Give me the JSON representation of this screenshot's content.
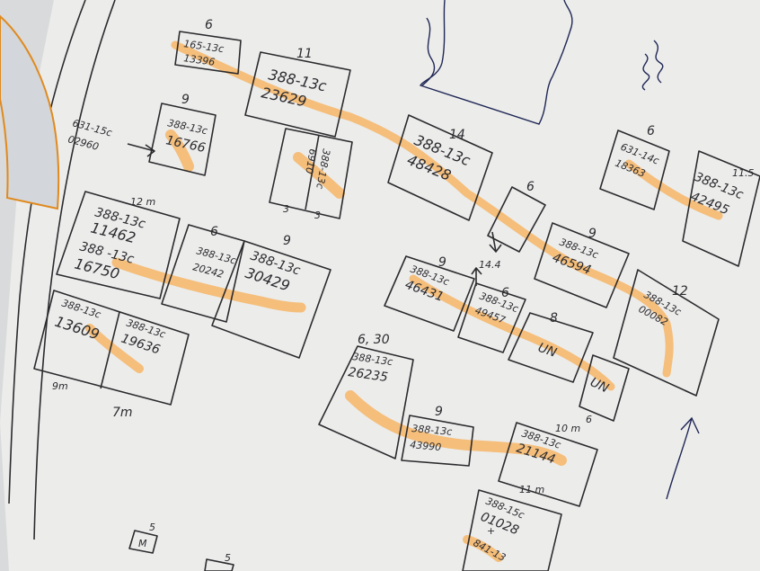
{
  "image_description": "",
  "colors": {
    "paper": "#ececeb",
    "ink": "#2b2b2e",
    "highlight": "#f7b15a",
    "overlay_fill": "#d3d6da",
    "overlay_border": "#e08a1e"
  },
  "lots": {
    "a": {
      "size": "6",
      "line1": "165-13c",
      "line2": "13396"
    },
    "b": {
      "size": "11",
      "line1": "388-13c",
      "line2": "23629"
    },
    "c": {
      "size": "9",
      "line1": "388-13c",
      "line2": "16766"
    },
    "d": {
      "line1": "388-13c",
      "line2": "6910"
    },
    "e": {
      "size": "14",
      "line1": "388-13c",
      "line2": "48428"
    },
    "f": {
      "size": "6"
    },
    "g": {
      "size": "6",
      "line1": "631-14c",
      "line2": "18363"
    },
    "h": {
      "size": "11.5",
      "line1": "388-13c",
      "line2": "42495"
    },
    "i": {
      "size": "12 m",
      "line1": "388-13c",
      "line2": "11462",
      "line3": "388 -13c",
      "line4": "16750"
    },
    "j": {
      "size": "6",
      "line1": "388-13c",
      "line2": "20242"
    },
    "k": {
      "size": "9",
      "line1": "388-13c",
      "line2": "30429"
    },
    "l": {
      "size": "9",
      "line1": "388-13c",
      "line2": "46594"
    },
    "m": {
      "size": "9",
      "line1": "388-13c",
      "line2": "46431"
    },
    "n": {
      "size": "6",
      "line1": "388-13c",
      "line2": "49457"
    },
    "o": {
      "size": "8",
      "line1": "UN"
    },
    "p": {
      "size": "12",
      "line1": "388-13c",
      "line2": "00082"
    },
    "q": {
      "line1": "388-13c",
      "line2": "13609"
    },
    "r": {
      "line1": "388-13c",
      "line2": "19636"
    },
    "s": {
      "line1": "UN"
    },
    "t": {
      "size": "6, 30",
      "line1": "388-13c",
      "line2": "26235"
    },
    "u": {
      "size": "9",
      "line1": "388-13c",
      "line2": "43990"
    },
    "v": {
      "size": "10 m",
      "line1": "388-13c",
      "line2": "21144"
    },
    "w": {
      "size": "11 m",
      "line1": "388-15c",
      "line2": "01028",
      "line3": "+",
      "line4": "841-13"
    },
    "x": {
      "size": "5",
      "line1": "M"
    },
    "y": {
      "size": "5"
    }
  },
  "labels": {
    "ext_lot_1": "631-15c",
    "ext_lot_2": "02960",
    "dim_3a": "3",
    "dim_3b": "3",
    "dim_9m": "9m",
    "dim_7m": "7m",
    "dim_14_4": "14.4",
    "dim_6_bottom": "6"
  }
}
